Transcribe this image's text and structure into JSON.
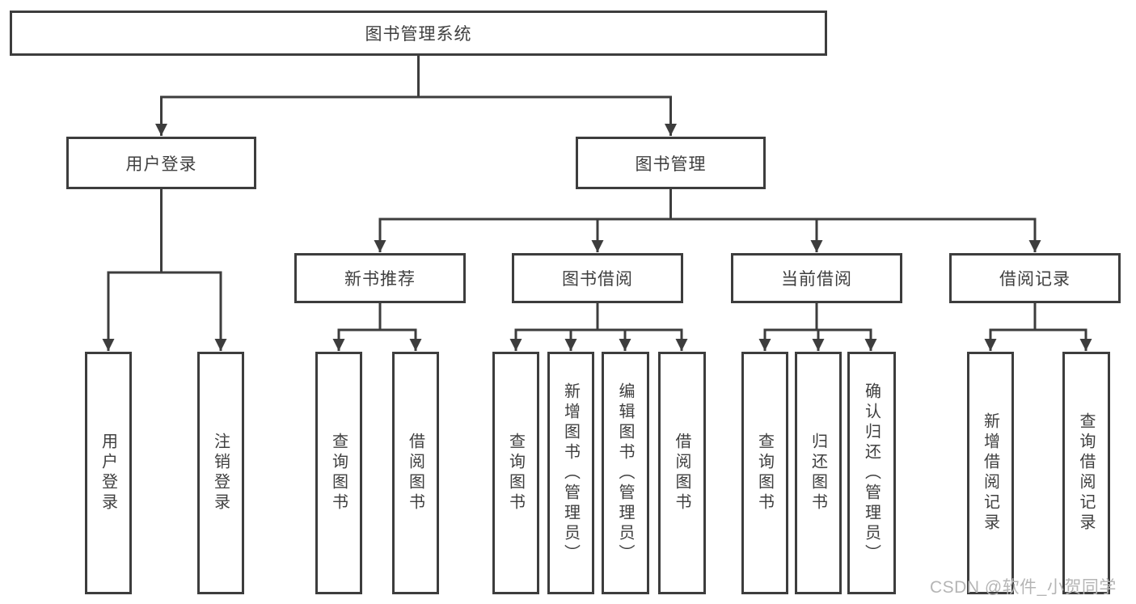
{
  "title": "图书管理系统",
  "watermark": "CSDN @软件_小贺同学",
  "colors": {
    "line": "#3d3d3d",
    "box_border": "#3d3d3d",
    "text": "#3f3f3f",
    "watermark": "#b5b5b5",
    "background": "#ffffff"
  },
  "tree": {
    "label": "图书管理系统",
    "children": [
      {
        "label": "用户登录",
        "children": [
          {
            "label": "用户登录"
          },
          {
            "label": "注销登录"
          }
        ]
      },
      {
        "label": "图书管理",
        "children": [
          {
            "label": "新书推荐",
            "children": [
              {
                "label": "查询图书"
              },
              {
                "label": "借阅图书"
              }
            ]
          },
          {
            "label": "图书借阅",
            "children": [
              {
                "label": "查询图书"
              },
              {
                "label": "新增图书（管理员）"
              },
              {
                "label": "编辑图书（管理员）"
              },
              {
                "label": "借阅图书"
              }
            ]
          },
          {
            "label": "当前借阅",
            "children": [
              {
                "label": "查询图书"
              },
              {
                "label": "归还图书"
              },
              {
                "label": "确认归还（管理员）"
              }
            ]
          },
          {
            "label": "借阅记录",
            "children": [
              {
                "label": "新增借阅记录"
              },
              {
                "label": "查询借阅记录"
              }
            ]
          }
        ]
      }
    ]
  }
}
